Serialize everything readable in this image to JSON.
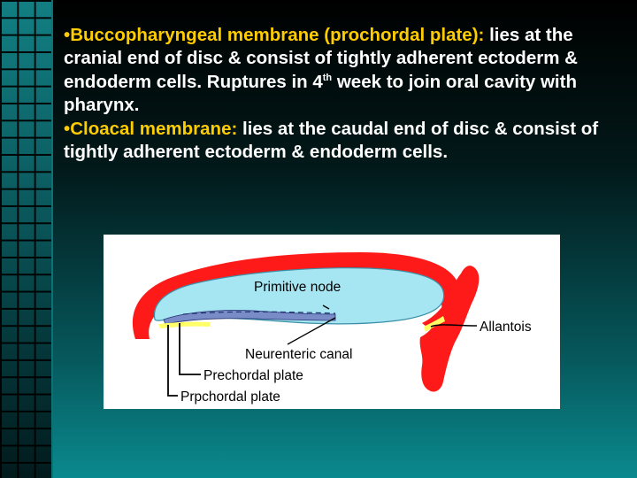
{
  "bullets": [
    {
      "marker": "•",
      "term": "Buccopharyngeal membrane (prochordal plate):",
      "text_before_sup": " lies at the cranial end of disc & consist of tightly adherent ectoderm & endoderm cells. Ruptures in 4",
      "sup": "th",
      "text_after_sup": " week to join oral cavity with pharynx."
    },
    {
      "marker": "•",
      "term": "Cloacal membrane:",
      "text": " lies at the caudal end of disc & consist of tightly adherent ectoderm & endoderm cells."
    }
  ],
  "diagram": {
    "labels": {
      "primitive_node": "Primitive node",
      "allantois": "Allantois",
      "neurenteric_canal": "Neurenteric canal",
      "prechordal_plate": "Prechordal plate",
      "prpchordal_plate": "Prpchordal plate"
    },
    "colors": {
      "amnion_red": "#ff1a1a",
      "cavity_blue": "#a6e6f2",
      "yolk_yellow": "#ffff66",
      "plate_purple": "#7a8cc8"
    }
  }
}
